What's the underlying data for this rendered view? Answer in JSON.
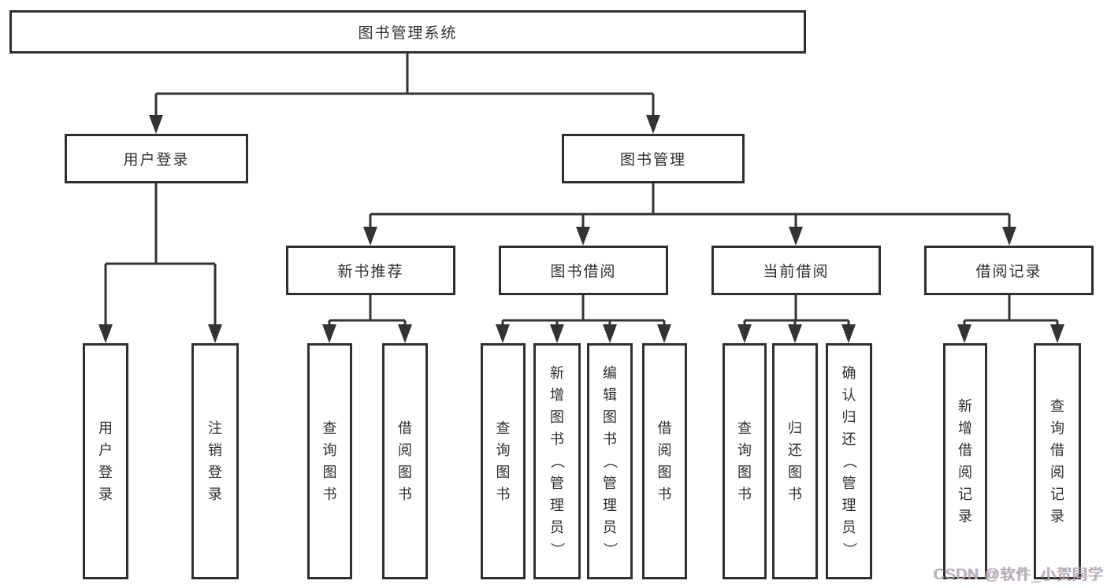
{
  "diagram": {
    "root": {
      "label": "图书管理系统"
    },
    "level2": [
      {
        "label": "用户登录"
      },
      {
        "label": "图书管理"
      }
    ],
    "level3": [
      {
        "label": "新书推荐"
      },
      {
        "label": "图书借阅"
      },
      {
        "label": "当前借阅"
      },
      {
        "label": "借阅记录"
      }
    ],
    "leaves": [
      {
        "label": "用户登录"
      },
      {
        "label": "注销登录"
      },
      {
        "label": "查询图书"
      },
      {
        "label": "借阅图书"
      },
      {
        "label": "查询图书"
      },
      {
        "label": "新增图书（管理员）"
      },
      {
        "label": "编辑图书（管理员）"
      },
      {
        "label": "借阅图书"
      },
      {
        "label": "查询图书"
      },
      {
        "label": "归还图书"
      },
      {
        "label": "确认归还（管理员）"
      },
      {
        "label": "新增借阅记录"
      },
      {
        "label": "查询借阅记录"
      }
    ]
  },
  "watermark": {
    "text": "CSDN @软件_小贺同学"
  },
  "colors": {
    "line": "#333333",
    "box_border": "#2f2f2f",
    "text": "#2f2f2f",
    "background": "#ffffff",
    "watermark": "#b5b5b5"
  }
}
